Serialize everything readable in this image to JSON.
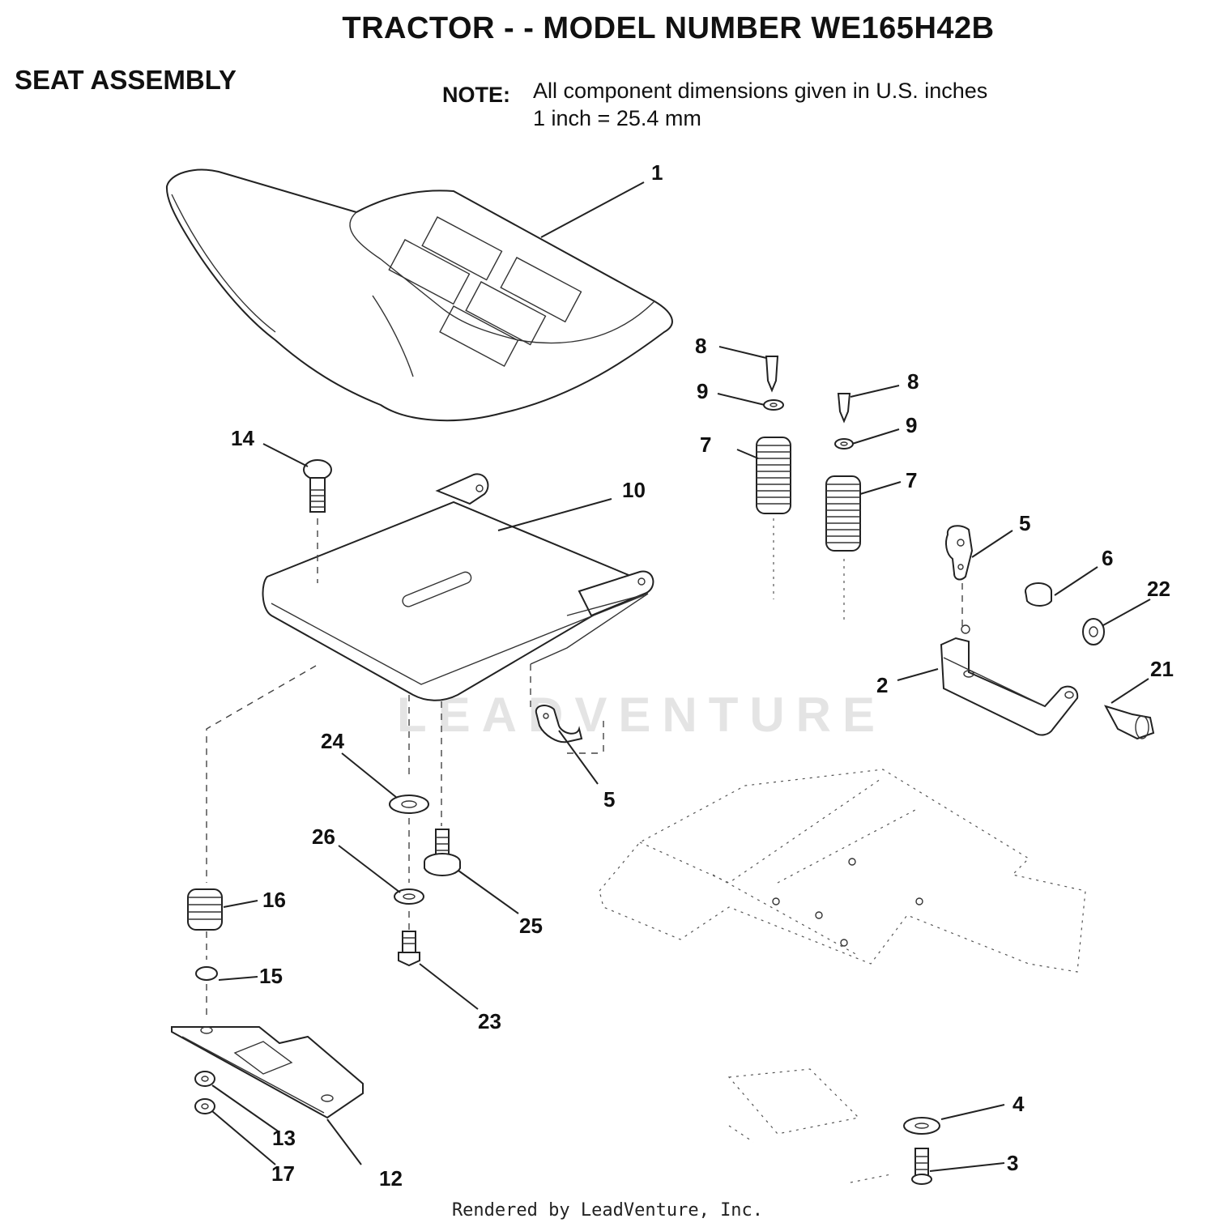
{
  "header": {
    "title": "TRACTOR - - MODEL NUMBER WE165H42B",
    "section": "SEAT ASSEMBLY",
    "note_label": "NOTE:",
    "note_lines": [
      "All component dimensions given in U.S. inches",
      "1 inch = 25.4 mm"
    ]
  },
  "watermark": "LEADVENTURE",
  "footer": "Rendered by LeadVenture, Inc.",
  "callouts": {
    "c1": "1",
    "c2": "2",
    "c3": "3",
    "c4": "4",
    "c5a": "5",
    "c5b": "5",
    "c6": "6",
    "c7a": "7",
    "c7b": "7",
    "c8a": "8",
    "c8b": "8",
    "c9a": "9",
    "c9b": "9",
    "c10": "10",
    "c12": "12",
    "c13": "13",
    "c14": "14",
    "c15": "15",
    "c16": "16",
    "c17": "17",
    "c21": "21",
    "c22": "22",
    "c23": "23",
    "c24": "24",
    "c25": "25",
    "c26": "26"
  }
}
